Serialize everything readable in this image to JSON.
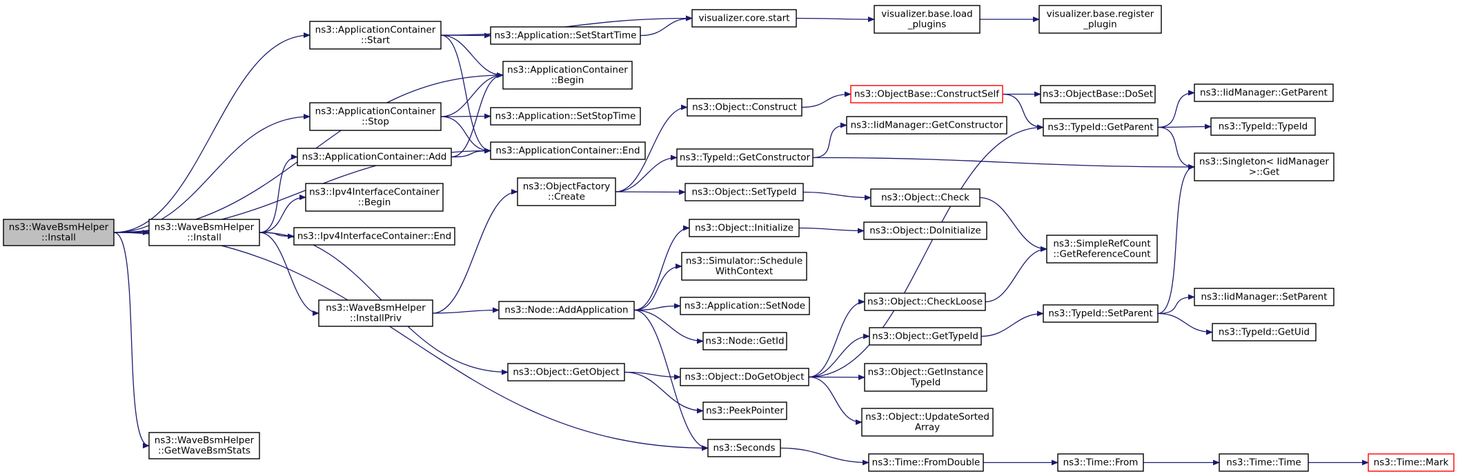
{
  "nodes": [
    {
      "id": "install",
      "lines": [
        "ns3::WaveBsmHelper",
        "::Install"
      ],
      "style": "root"
    },
    {
      "id": "ac_start",
      "lines": [
        "ns3::ApplicationContainer",
        "::Start"
      ]
    },
    {
      "id": "ac_stop",
      "lines": [
        "ns3::ApplicationContainer",
        "::Stop"
      ]
    },
    {
      "id": "ac_add",
      "lines": [
        "ns3::ApplicationContainer::Add"
      ]
    },
    {
      "id": "install2",
      "lines": [
        "ns3::WaveBsmHelper",
        "::Install"
      ]
    },
    {
      "id": "getstats",
      "lines": [
        "ns3::WaveBsmHelper",
        "::GetWaveBsmStats"
      ]
    },
    {
      "id": "ipv4_begin",
      "lines": [
        "ns3::Ipv4InterfaceContainer",
        "::Begin"
      ]
    },
    {
      "id": "ipv4_end",
      "lines": [
        "ns3::Ipv4InterfaceContainer::End"
      ]
    },
    {
      "id": "installpriv",
      "lines": [
        "ns3::WaveBsmHelper",
        "::InstallPriv"
      ]
    },
    {
      "id": "app_setstart",
      "lines": [
        "ns3::Application::SetStartTime"
      ]
    },
    {
      "id": "ac_begin",
      "lines": [
        "ns3::ApplicationContainer",
        "::Begin"
      ]
    },
    {
      "id": "app_setstop",
      "lines": [
        "ns3::Application::SetStopTime"
      ]
    },
    {
      "id": "ac_end",
      "lines": [
        "ns3::ApplicationContainer::End"
      ]
    },
    {
      "id": "of_create",
      "lines": [
        "ns3::ObjectFactory",
        "::Create"
      ]
    },
    {
      "id": "node_addapp",
      "lines": [
        "ns3::Node::AddApplication"
      ]
    },
    {
      "id": "obj_getobject",
      "lines": [
        "ns3::Object::GetObject"
      ]
    },
    {
      "id": "vis_start",
      "lines": [
        "visualizer.core.start"
      ]
    },
    {
      "id": "obj_construct",
      "lines": [
        "ns3::Object::Construct"
      ]
    },
    {
      "id": "tid_getctor",
      "lines": [
        "ns3::TypeId::GetConstructor"
      ]
    },
    {
      "id": "obj_settypeid",
      "lines": [
        "ns3::Object::SetTypeId"
      ]
    },
    {
      "id": "obj_initialize",
      "lines": [
        "ns3::Object::Initialize"
      ]
    },
    {
      "id": "sim_schedule",
      "lines": [
        "ns3::Simulator::Schedule",
        "WithContext"
      ]
    },
    {
      "id": "app_setnode",
      "lines": [
        "ns3::Application::SetNode"
      ]
    },
    {
      "id": "node_getid",
      "lines": [
        "ns3::Node::GetId"
      ]
    },
    {
      "id": "obj_dogetobject",
      "lines": [
        "ns3::Object::DoGetObject"
      ]
    },
    {
      "id": "peekpointer",
      "lines": [
        "ns3::PeekPointer"
      ]
    },
    {
      "id": "seconds",
      "lines": [
        "ns3::Seconds"
      ]
    },
    {
      "id": "vis_load",
      "lines": [
        "visualizer.base.load",
        "_plugins"
      ]
    },
    {
      "id": "ob_constructself",
      "lines": [
        "ns3::ObjectBase::ConstructSelf"
      ],
      "style": "red"
    },
    {
      "id": "iid_getctor",
      "lines": [
        "ns3::IidManager::GetConstructor"
      ]
    },
    {
      "id": "obj_check",
      "lines": [
        "ns3::Object::Check"
      ]
    },
    {
      "id": "obj_doinit",
      "lines": [
        "ns3::Object::DoInitialize"
      ]
    },
    {
      "id": "obj_checkloose",
      "lines": [
        "ns3::Object::CheckLoose"
      ]
    },
    {
      "id": "obj_gettypeid",
      "lines": [
        "ns3::Object::GetTypeId"
      ]
    },
    {
      "id": "obj_getinst",
      "lines": [
        "ns3::Object::GetInstance",
        "TypeId"
      ]
    },
    {
      "id": "obj_updsorted",
      "lines": [
        "ns3::Object::UpdateSorted",
        "Array"
      ]
    },
    {
      "id": "time_fromdouble",
      "lines": [
        "ns3::Time::FromDouble"
      ]
    },
    {
      "id": "vis_register",
      "lines": [
        "visualizer.base.register",
        "_plugin"
      ]
    },
    {
      "id": "ob_doset",
      "lines": [
        "ns3::ObjectBase::DoSet"
      ]
    },
    {
      "id": "tid_getparent",
      "lines": [
        "ns3::TypeId::GetParent"
      ]
    },
    {
      "id": "srefcount",
      "lines": [
        "ns3::SimpleRefCount",
        "::GetReferenceCount"
      ]
    },
    {
      "id": "tid_setparent",
      "lines": [
        "ns3::TypeId::SetParent"
      ]
    },
    {
      "id": "time_from",
      "lines": [
        "ns3::Time::From"
      ]
    },
    {
      "id": "iid_getparent",
      "lines": [
        "ns3::IidManager::GetParent"
      ]
    },
    {
      "id": "tid_typeid",
      "lines": [
        "ns3::TypeId::TypeId"
      ]
    },
    {
      "id": "singleton_get",
      "lines": [
        "ns3::Singleton< IidManager",
        " >::Get"
      ]
    },
    {
      "id": "iid_setparent",
      "lines": [
        "ns3::IidManager::SetParent"
      ]
    },
    {
      "id": "tid_getuid",
      "lines": [
        "ns3::TypeId::GetUid"
      ]
    },
    {
      "id": "time_time",
      "lines": [
        "ns3::Time::Time"
      ]
    },
    {
      "id": "time_mark",
      "lines": [
        "ns3::Time::Mark"
      ],
      "style": "red"
    }
  ],
  "edges": [
    [
      "install",
      "ac_start"
    ],
    [
      "install",
      "ac_begin"
    ],
    [
      "install",
      "ac_stop"
    ],
    [
      "install",
      "ac_end"
    ],
    [
      "install",
      "install2"
    ],
    [
      "install",
      "getstats"
    ],
    [
      "install",
      "seconds"
    ],
    [
      "install2",
      "ac_add"
    ],
    [
      "install2",
      "ipv4_begin"
    ],
    [
      "install2",
      "ipv4_end"
    ],
    [
      "install2",
      "installpriv"
    ],
    [
      "install2",
      "obj_getobject"
    ],
    [
      "ac_start",
      "vis_start"
    ],
    [
      "ac_start",
      "app_setstart"
    ],
    [
      "ac_start",
      "ac_begin"
    ],
    [
      "ac_start",
      "ac_end"
    ],
    [
      "ac_stop",
      "ac_begin"
    ],
    [
      "ac_stop",
      "app_setstop"
    ],
    [
      "ac_stop",
      "ac_end"
    ],
    [
      "ac_add",
      "ac_begin"
    ],
    [
      "ac_add",
      "ac_end"
    ],
    [
      "app_setstart",
      "vis_start"
    ],
    [
      "vis_start",
      "vis_load"
    ],
    [
      "vis_load",
      "vis_register"
    ],
    [
      "installpriv",
      "of_create"
    ],
    [
      "installpriv",
      "node_addapp"
    ],
    [
      "of_create",
      "obj_construct"
    ],
    [
      "of_create",
      "tid_getctor"
    ],
    [
      "of_create",
      "obj_settypeid"
    ],
    [
      "obj_construct",
      "ob_constructself"
    ],
    [
      "ob_constructself",
      "ob_doset"
    ],
    [
      "ob_constructself",
      "tid_getparent"
    ],
    [
      "tid_getctor",
      "iid_getctor"
    ],
    [
      "tid_getctor",
      "singleton_get"
    ],
    [
      "obj_settypeid",
      "obj_check"
    ],
    [
      "obj_check",
      "srefcount"
    ],
    [
      "node_addapp",
      "obj_initialize"
    ],
    [
      "node_addapp",
      "sim_schedule"
    ],
    [
      "node_addapp",
      "app_setnode"
    ],
    [
      "node_addapp",
      "node_getid"
    ],
    [
      "node_addapp",
      "seconds"
    ],
    [
      "obj_initialize",
      "obj_doinit"
    ],
    [
      "obj_getobject",
      "obj_dogetobject"
    ],
    [
      "obj_getobject",
      "peekpointer"
    ],
    [
      "obj_dogetobject",
      "tid_getparent"
    ],
    [
      "obj_dogetobject",
      "obj_checkloose"
    ],
    [
      "obj_dogetobject",
      "obj_gettypeid"
    ],
    [
      "obj_dogetobject",
      "obj_getinst"
    ],
    [
      "obj_dogetobject",
      "obj_updsorted"
    ],
    [
      "obj_checkloose",
      "srefcount"
    ],
    [
      "obj_gettypeid",
      "tid_setparent"
    ],
    [
      "tid_setparent",
      "singleton_get"
    ],
    [
      "tid_setparent",
      "iid_setparent"
    ],
    [
      "tid_setparent",
      "tid_getuid"
    ],
    [
      "tid_getparent",
      "iid_getparent"
    ],
    [
      "tid_getparent",
      "tid_typeid"
    ],
    [
      "tid_getparent",
      "singleton_get"
    ],
    [
      "seconds",
      "time_fromdouble"
    ],
    [
      "time_fromdouble",
      "time_from"
    ],
    [
      "time_from",
      "time_time"
    ],
    [
      "time_time",
      "time_mark"
    ]
  ]
}
